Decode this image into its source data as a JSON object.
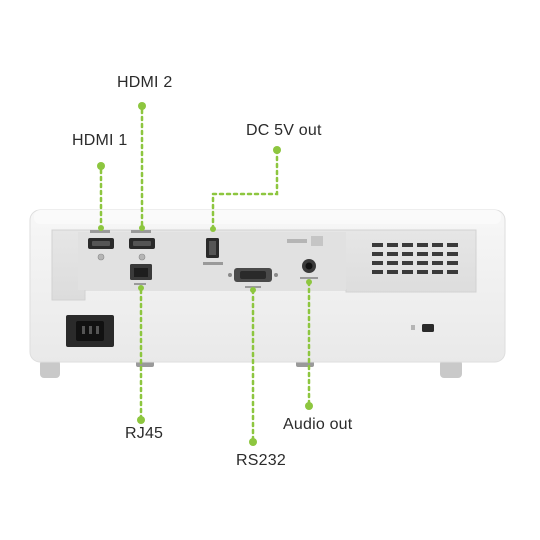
{
  "callouts": {
    "hdmi1": "HDMI 1",
    "hdmi2": "HDMI 2",
    "dc_5v_out": "DC 5V out",
    "rj45": "RJ45",
    "audio_out": "Audio out",
    "rs232": "RS232"
  },
  "colors": {
    "accent_green": "#8dc63f",
    "body": "#f1f1f1",
    "panel": "#e3e3e3",
    "port_dark": "#2a2a2a"
  },
  "icons": {
    "power": "power-inlet-icon",
    "lock": "kensington-lock-icon"
  }
}
